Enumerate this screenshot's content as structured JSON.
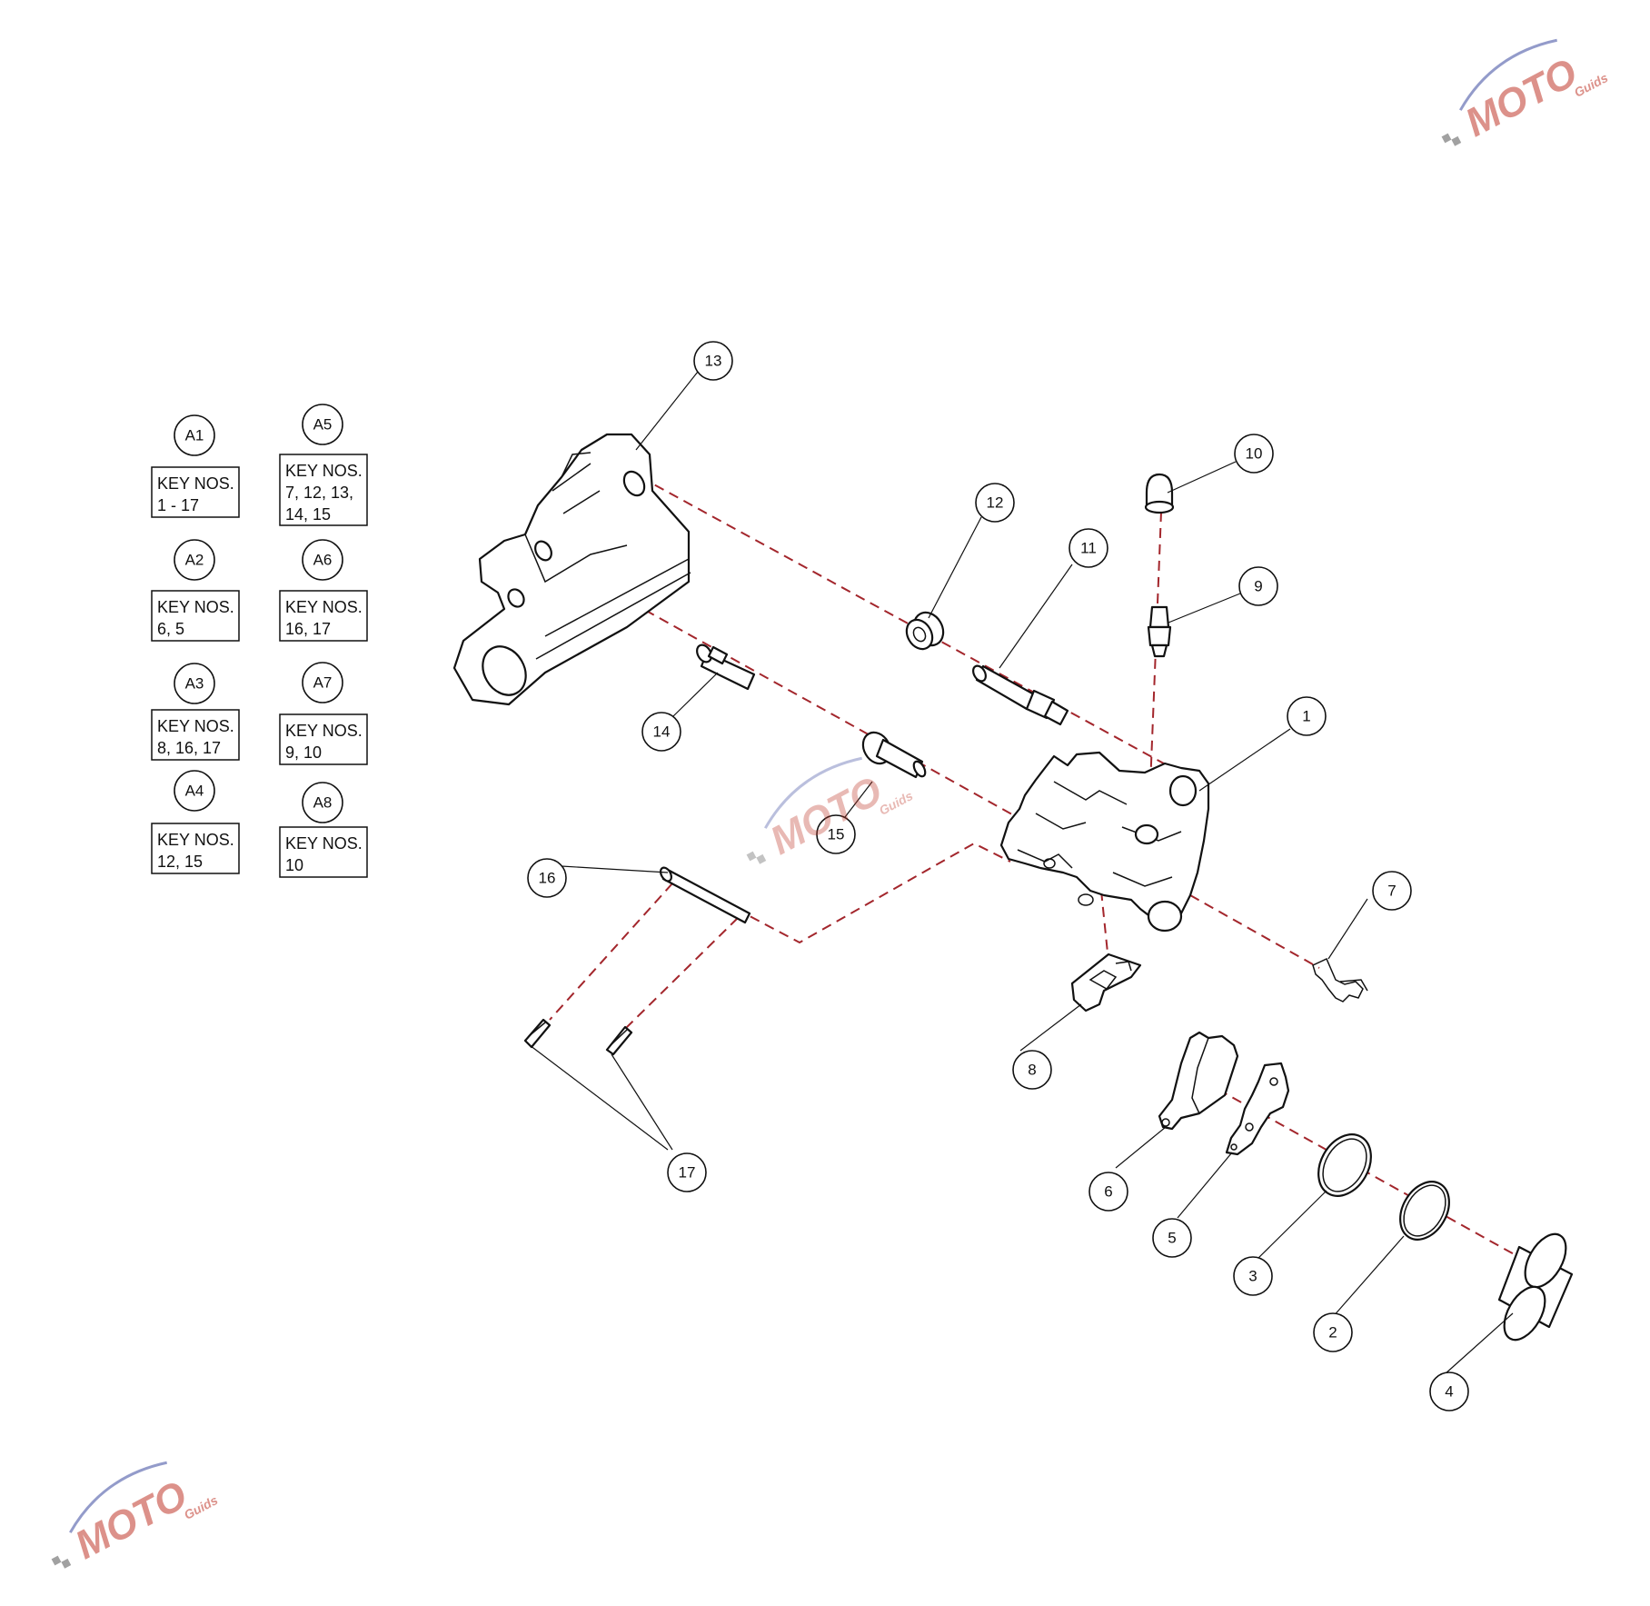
{
  "callouts": {
    "c1": "1",
    "c2": "2",
    "c3": "3",
    "c4": "4",
    "c5": "5",
    "c6": "6",
    "c7": "7",
    "c8": "8",
    "c9": "9",
    "c10": "10",
    "c11": "11",
    "c12": "12",
    "c13": "13",
    "c14": "14",
    "c15": "15",
    "c16": "16",
    "c17": "17"
  },
  "kits": [
    {
      "id": "A1",
      "line1": "KEY NOS.",
      "line2": "1 - 17",
      "line3": ""
    },
    {
      "id": "A2",
      "line1": "KEY NOS.",
      "line2": "6, 5",
      "line3": ""
    },
    {
      "id": "A3",
      "line1": "KEY NOS.",
      "line2": "8, 16, 17",
      "line3": ""
    },
    {
      "id": "A4",
      "line1": "KEY NOS.",
      "line2": "12, 15",
      "line3": ""
    },
    {
      "id": "A5",
      "line1": "KEY NOS.",
      "line2": "7, 12, 13,",
      "line3": "14, 15"
    },
    {
      "id": "A6",
      "line1": "KEY NOS.",
      "line2": "16, 17",
      "line3": ""
    },
    {
      "id": "A7",
      "line1": "KEY NOS.",
      "line2": "9, 10",
      "line3": ""
    },
    {
      "id": "A8",
      "line1": "KEY NOS.",
      "line2": "10",
      "line3": ""
    }
  ],
  "watermark": {
    "brand": "MOTO",
    "sub": "Guids"
  },
  "colors": {
    "explode_line": "#a3262c",
    "outline": "#111111",
    "wm_red": "#c0392b",
    "wm_blue": "#3b4aa0"
  }
}
